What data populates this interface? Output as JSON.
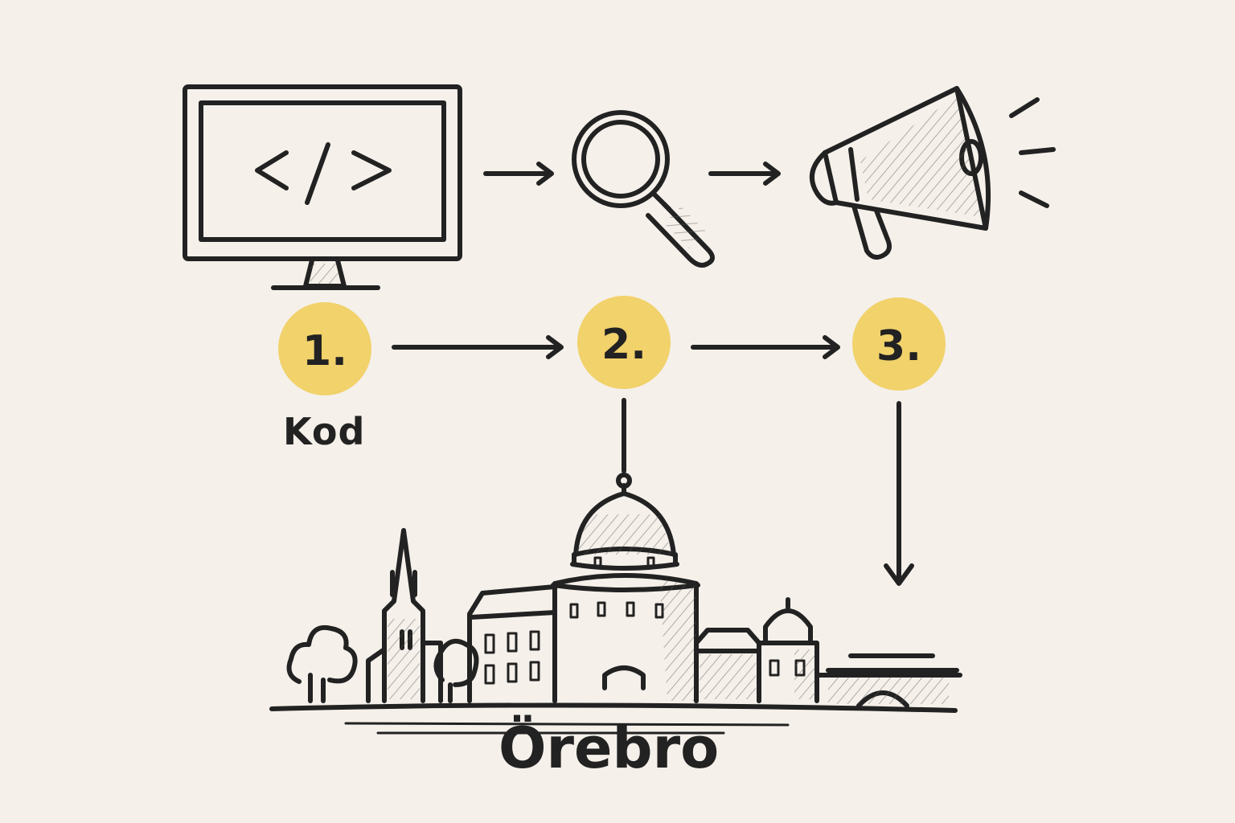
{
  "colors": {
    "background": "#f5f0ea",
    "ink": "#222222",
    "step_fill": "#f1d26b"
  },
  "icons": {
    "monitor": "monitor-code-icon",
    "search": "magnifier-icon",
    "megaphone": "megaphone-icon",
    "city": "orebro-skyline-icon"
  },
  "steps": [
    {
      "number": "1."
    },
    {
      "number": "2."
    },
    {
      "number": "3."
    }
  ],
  "labels": {
    "step1": "Kod",
    "city": "Örebro"
  }
}
